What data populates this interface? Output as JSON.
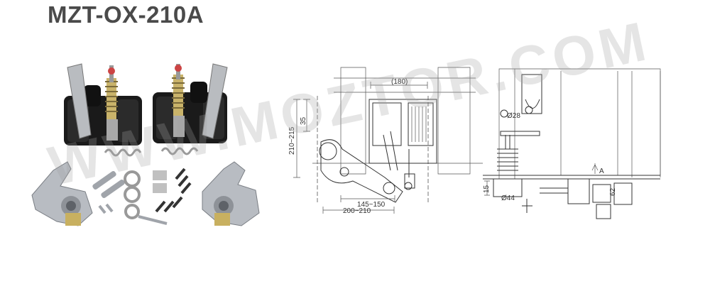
{
  "title": "MZT-OX-210A",
  "watermark": "WWW.MOZTOR.COM",
  "dimensions": {
    "top_width": "(180)",
    "height_range": "210~215",
    "offset": "35",
    "span_inner": "145~150",
    "span_outer": "200~210",
    "diameter_small": "Ø28",
    "diameter_large": "Ø44",
    "section_label": "A",
    "side_dim_left": "15",
    "side_dim_right": "62"
  }
}
